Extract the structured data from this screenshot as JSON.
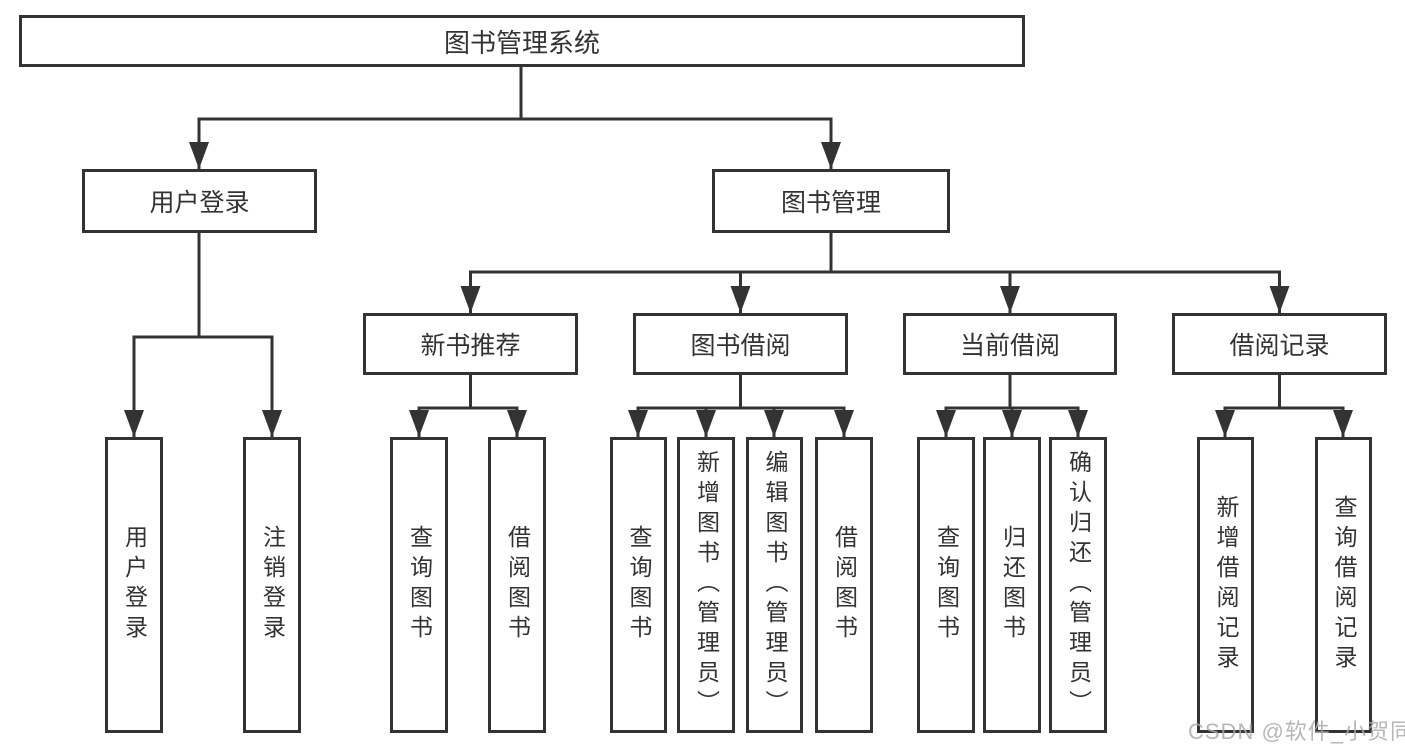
{
  "tree": {
    "root": "图书管理系统",
    "branches": [
      {
        "label": "用户登录",
        "children": [
          "用户登录",
          "注销登录"
        ]
      },
      {
        "label": "图书管理",
        "groups": [
          {
            "label": "新书推荐",
            "children": [
              "查询图书",
              "借阅图书"
            ]
          },
          {
            "label": "图书借阅",
            "children": [
              "查询图书",
              "新增图书（管理员）",
              "编辑图书（管理员）",
              "借阅图书"
            ]
          },
          {
            "label": "当前借阅",
            "children": [
              "查询图书",
              "归还图书",
              "确认归还（管理员）"
            ]
          },
          {
            "label": "借阅记录",
            "children": [
              "新增借阅记录",
              "查询借阅记录"
            ]
          }
        ]
      }
    ]
  },
  "watermark": "CSDN @软件_小贺同学",
  "colors": {
    "line": "#333333",
    "text": "#333333",
    "watermark": "#aaaaaa",
    "background": "#ffffff"
  }
}
